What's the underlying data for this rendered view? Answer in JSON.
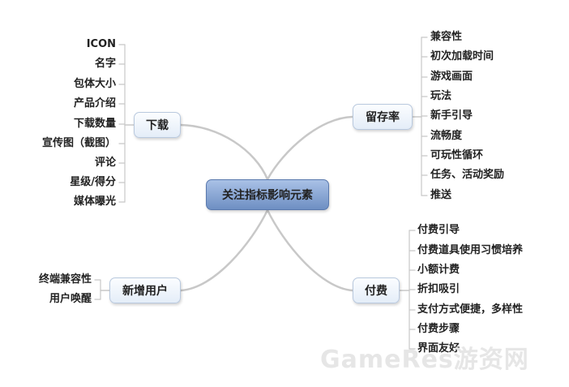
{
  "center": {
    "label": "关注指标影响元素"
  },
  "branches": {
    "download": {
      "label": "下载",
      "items": [
        "ICON",
        "名字",
        "包体大小",
        "产品介绍",
        "下载数量",
        "宣传图（截图）",
        "评论",
        "星级/得分",
        "媒体曝光"
      ]
    },
    "retention": {
      "label": "留存率",
      "items": [
        "兼容性",
        "初次加载时间",
        "游戏画面",
        "玩法",
        "新手引导",
        "流畅度",
        "可玩性循环",
        "任务、活动奖励",
        "推送"
      ]
    },
    "new_users": {
      "label": "新增用户",
      "items": [
        "终端兼容性",
        "用户唤醒"
      ]
    },
    "payment": {
      "label": "付费",
      "items": [
        "付费引导",
        "付费道具使用习惯培养",
        "小额计费",
        "折扣吸引",
        "支付方式便捷，多样性",
        "付费步骤",
        "界面友好"
      ]
    }
  },
  "watermark": {
    "text": "GameRes游资网"
  },
  "colors": {
    "line": "#c8c8c8",
    "center_fill": "#7f9fd0",
    "node_border": "#b9c9de"
  }
}
